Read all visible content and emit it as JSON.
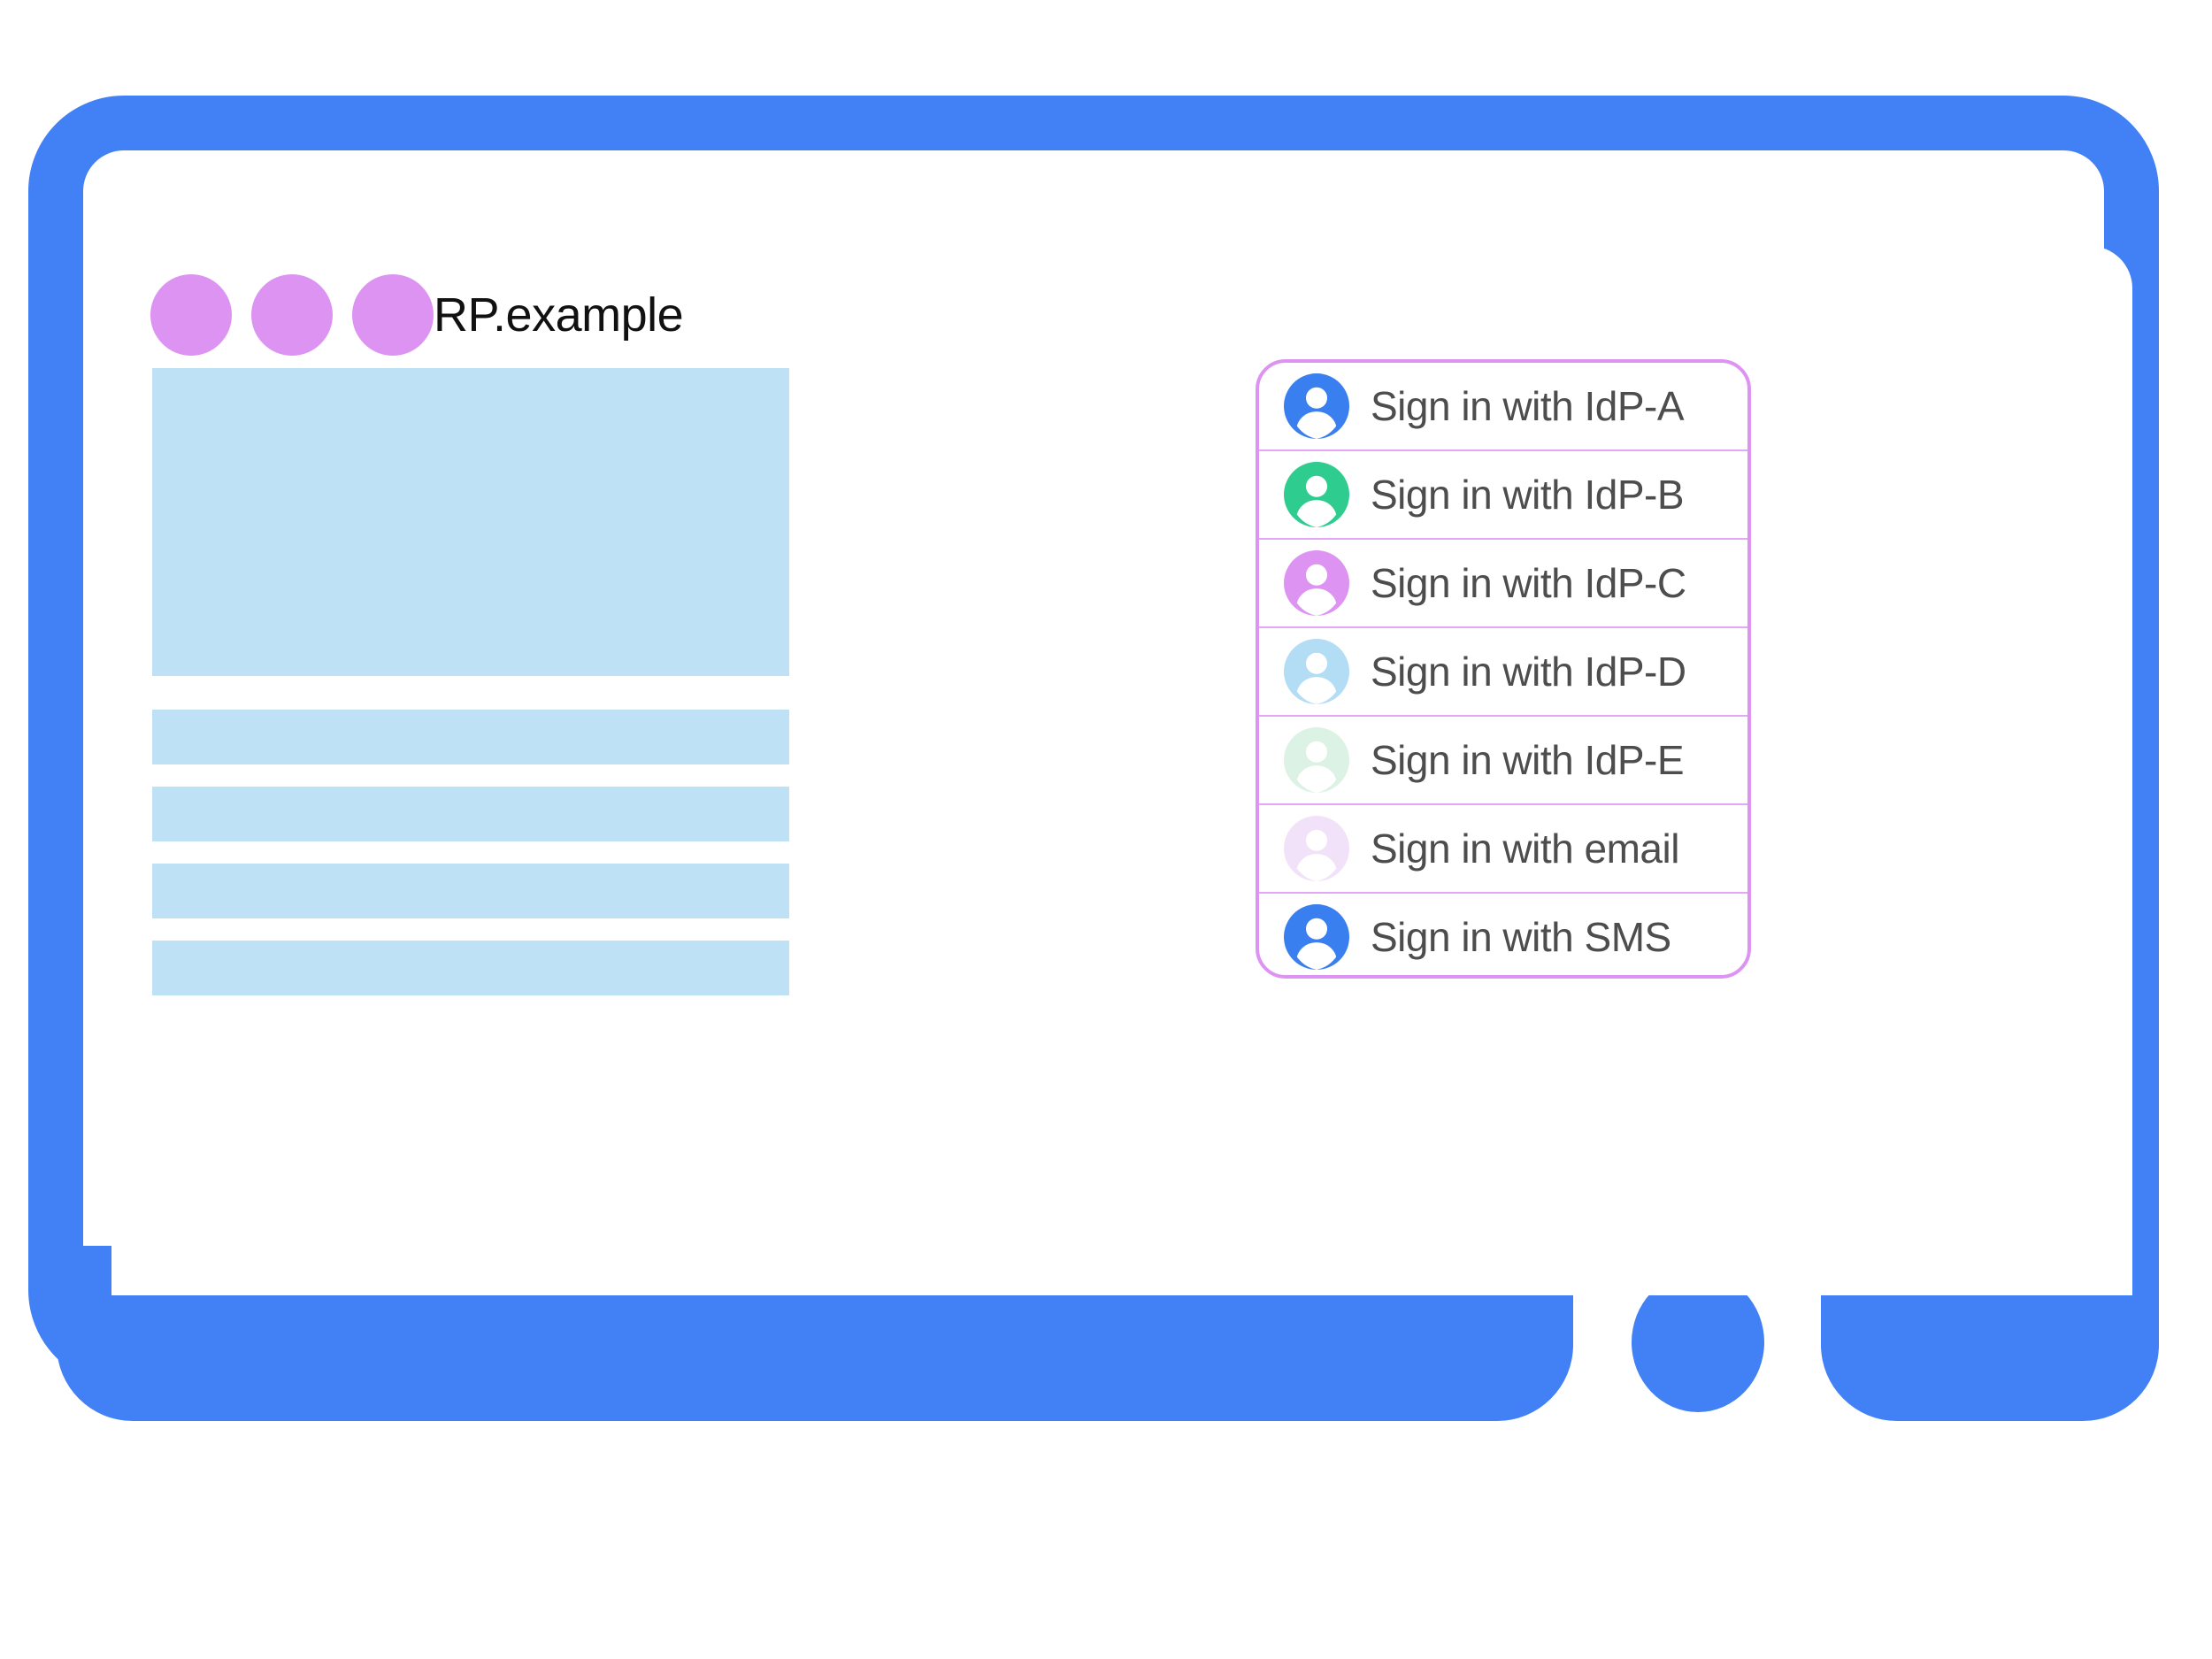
{
  "device": {
    "frame_color": "#4180f5",
    "home_button": "home-button"
  },
  "window": {
    "title": "RP.example",
    "dots": [
      "window-dot-1",
      "window-dot-2",
      "window-dot-3"
    ],
    "dot_color": "#dd93f2"
  },
  "content_placeholders": {
    "hero": "content-hero-block",
    "bars": [
      "content-bar-1",
      "content-bar-2",
      "content-bar-3",
      "content-bar-4"
    ],
    "color": "#bfe1f5"
  },
  "signin_panel": {
    "border_color": "#dd93f2",
    "divider_color": "#e3a8f5",
    "text_color": "#4d4d4d",
    "items": [
      {
        "label": "Sign in with IdP-A",
        "icon": "account-avatar-icon",
        "avatar_color": "#3a7ff0"
      },
      {
        "label": "Sign in with IdP-B",
        "icon": "account-avatar-icon",
        "avatar_color": "#2ecc8f"
      },
      {
        "label": "Sign in with IdP-C",
        "icon": "account-avatar-icon",
        "avatar_color": "#dd93f2"
      },
      {
        "label": "Sign in with IdP-D",
        "icon": "account-avatar-icon",
        "avatar_color": "#b3dcf5"
      },
      {
        "label": "Sign in with IdP-E",
        "icon": "account-avatar-icon",
        "avatar_color": "#dcf2e4"
      },
      {
        "label": "Sign in with email",
        "icon": "account-avatar-icon",
        "avatar_color": "#f2e2f9"
      },
      {
        "label": "Sign in with SMS",
        "icon": "account-avatar-icon",
        "avatar_color": "#3a7ff0"
      }
    ]
  }
}
